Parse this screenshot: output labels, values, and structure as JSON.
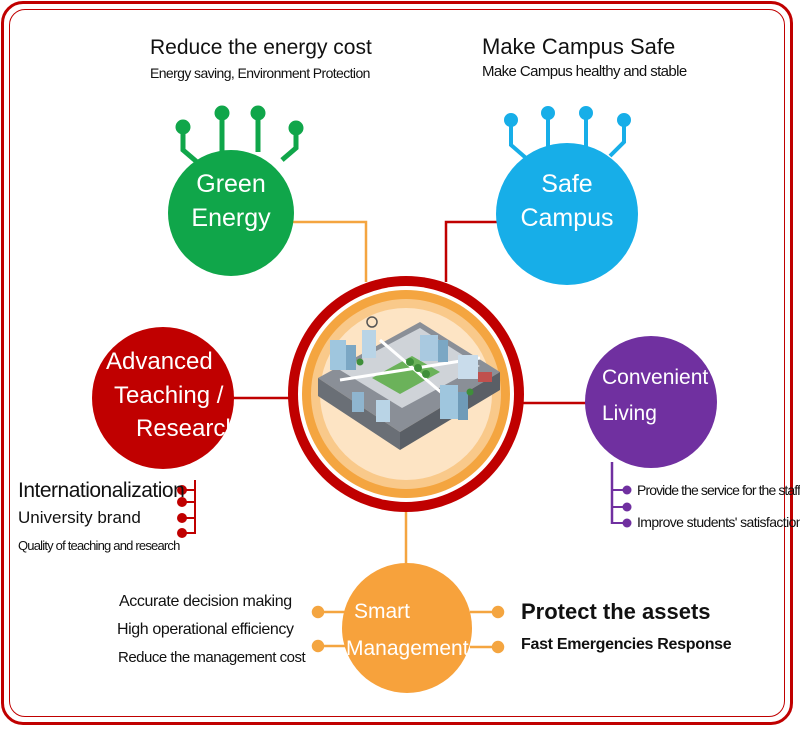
{
  "colors": {
    "frame": "#c00000",
    "green": "#10a64a",
    "blue": "#17aee8",
    "red": "#c00000",
    "purple": "#7030a0",
    "orange": "#f7a23c",
    "connector_orange": "#f4a540",
    "connector_red": "#c00000"
  },
  "center": {
    "icon": "campus-city-illustration"
  },
  "green_energy": {
    "label_line1": "Green",
    "label_line2": "Energy",
    "title": "Reduce the energy cost",
    "subtitle": "Energy saving, Environment Protection"
  },
  "safe_campus": {
    "label_line1": "Safe",
    "label_line2": "Campus",
    "title": "Make Campus Safe",
    "subtitle": "Make Campus healthy and stable"
  },
  "advanced_teaching": {
    "label_line1": "Advanced",
    "label_line2": "Teaching /",
    "label_line3": "Research",
    "items": [
      "Internationalization",
      "University brand",
      "Quality of teaching and research"
    ]
  },
  "convenient_living": {
    "label_line1": "Convenient",
    "label_line2": "Living",
    "items": [
      "Provide the service for the staff",
      "Improve students' satisfaction"
    ]
  },
  "smart_management": {
    "label_line1": "Smart",
    "label_line2": "Management",
    "left_items": [
      "Accurate decision making",
      "High operational efficiency",
      "Reduce the management cost"
    ],
    "right_items": [
      "Protect the assets",
      "Fast Emergencies Response"
    ]
  }
}
